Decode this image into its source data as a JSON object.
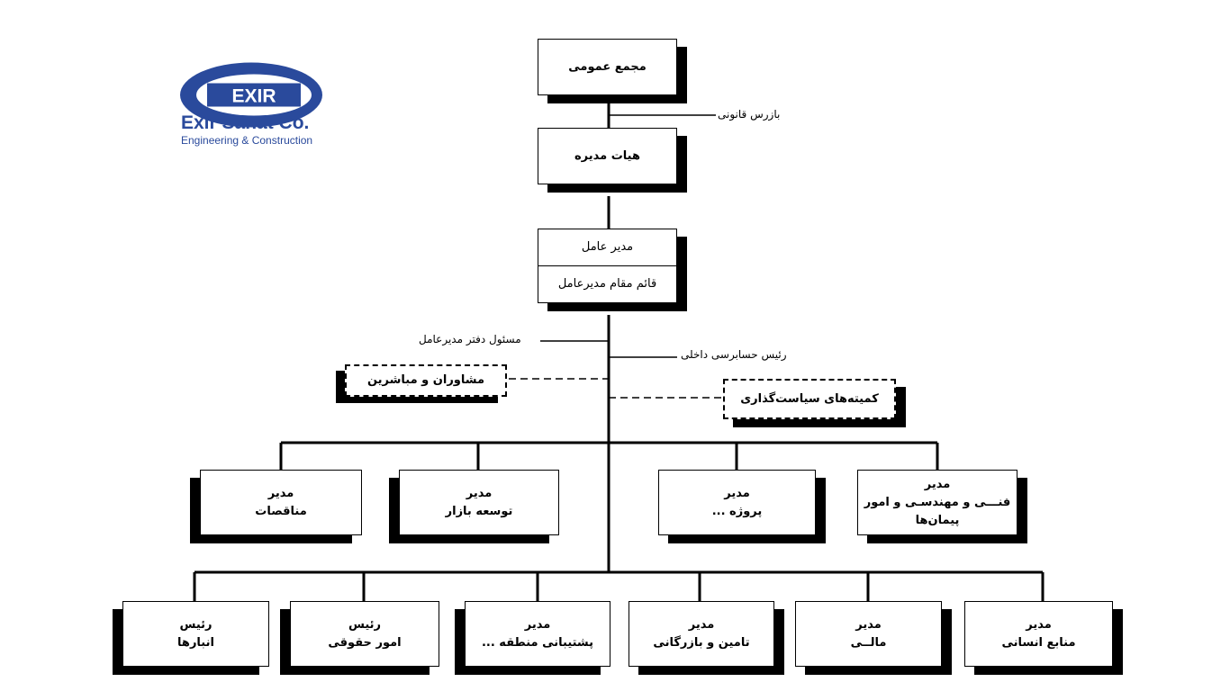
{
  "logo": {
    "mark": "EXIR",
    "company": "Exir Sanat Co.",
    "tagline": "Engineering & Construction",
    "color": "#2a4a9c"
  },
  "nodes": {
    "general_assembly": "مجمع عمومی",
    "board": "هیات مدیره",
    "ceo": "مدیر عامل",
    "deputy_ceo": "قائم مقام مدیرعامل",
    "advisors": "مشاوران و  مباشرین",
    "policy_committees": "کمیته‌های سیاست‌گذاری",
    "technical": {
      "line1": "مدیر",
      "line2": "فنـــی و مهندسـی و امور",
      "line3": "پیمان‌ها"
    },
    "project": {
      "line1": "مدیر",
      "line2": "پروژه ..."
    },
    "market_dev": {
      "line1": "مدیر",
      "line2": "توسعه بازار"
    },
    "tenders": {
      "line1": "مدیر",
      "line2": "مناقصات"
    },
    "hr": {
      "line1": "مدیر",
      "line2": "منابع انسانی"
    },
    "finance": {
      "line1": "مدیر",
      "line2": "مالــی"
    },
    "procurement": {
      "line1": "مدیر",
      "line2": "تامین و بازرگانی"
    },
    "regional_support": {
      "line1": "مدیر",
      "line2": "پشتیبانی منطقه ..."
    },
    "legal": {
      "line1": "رئیس",
      "line2": "امور حقوقی"
    },
    "warehouses": {
      "line1": "رئیس",
      "line2": "انبارها"
    }
  },
  "labels": {
    "legal_inspector": "بازرس قانونی",
    "ceo_office": "مسئول دفتر مدیرعامل",
    "internal_audit": "رئیس حسابرسی داخلی"
  }
}
